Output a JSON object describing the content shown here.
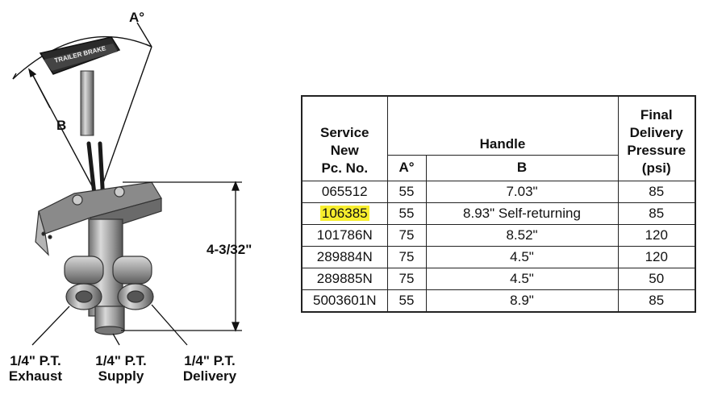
{
  "diagram": {
    "angle_label": "A°",
    "handle_label": "B",
    "handle_text": "TRAILER BRAKE",
    "height_label": "4-3/32\"",
    "ports": [
      {
        "line1": "1/4\" P.T.",
        "line2": "Exhaust"
      },
      {
        "line1": "1/4\" P.T.",
        "line2": "Supply"
      },
      {
        "line1": "1/4\" P.T.",
        "line2": "Delivery"
      }
    ]
  },
  "table": {
    "headers": {
      "service": [
        "Service",
        "New",
        "Pc. No."
      ],
      "handle": "Handle",
      "angle": "A°",
      "b": "B",
      "pressure": [
        "Final",
        "Delivery",
        "Pressure",
        "(psi)"
      ]
    },
    "highlight_color": "#f7ee2e",
    "rows": [
      {
        "part": "065512",
        "angle": "55",
        "b": "7.03\"",
        "psi": "85",
        "highlight": false
      },
      {
        "part": "106385",
        "angle": "55",
        "b": "8.93\" Self-returning",
        "psi": "85",
        "highlight": true
      },
      {
        "part": "101786N",
        "angle": "75",
        "b": "8.52\"",
        "psi": "120",
        "highlight": false
      },
      {
        "part": "289884N",
        "angle": "75",
        "b": "4.5\"",
        "psi": "120",
        "highlight": false
      },
      {
        "part": "289885N",
        "angle": "75",
        "b": "4.5\"",
        "psi": "50",
        "highlight": false
      },
      {
        "part": "5003601N",
        "angle": "55",
        "b": "8.9\"",
        "psi": "85",
        "highlight": false
      }
    ]
  }
}
